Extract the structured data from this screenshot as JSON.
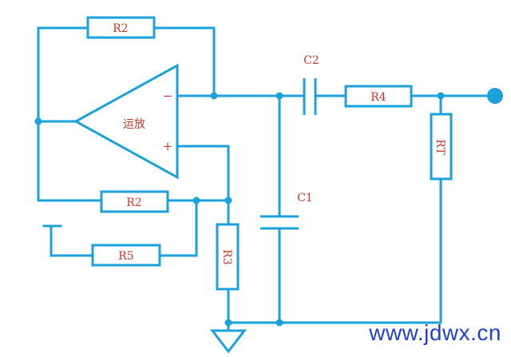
{
  "colors": {
    "wire": "#1ba1dc",
    "label": "#c0392b",
    "watermark": "#1f3fd6"
  },
  "labels": {
    "r2_top": "R2",
    "r2_bottom": "R2",
    "r5": "R5",
    "r3": "R3",
    "r4": "R4",
    "rt": "RT",
    "c1": "C1",
    "c2": "C2",
    "opamp": "运放",
    "minus": "−",
    "plus": "+"
  },
  "watermark": "www.jdwx.cn"
}
